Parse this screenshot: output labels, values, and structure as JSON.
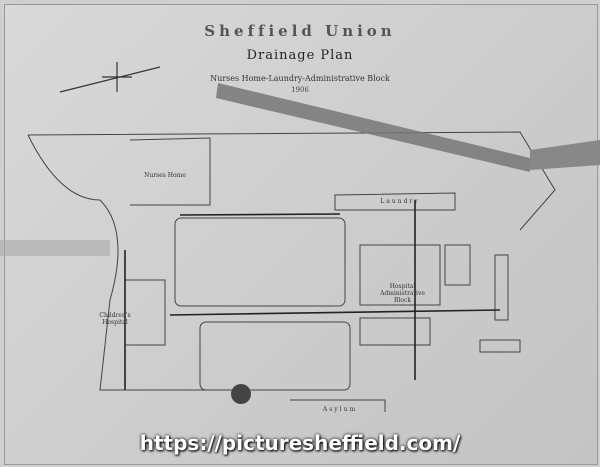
{
  "title": "Sheffield Union",
  "subtitle": "Drainage Plan",
  "scope": "Nurses Home-Laundry-Administrative Block",
  "year": "1906",
  "buildings": {
    "nurses_home": "Nurses Home",
    "laundry": "Laundry",
    "hospital": "Hospital Administrative Block",
    "childrens_hospital": "Children's Hospital",
    "asylum": "Asylum"
  },
  "watermark": "https://picturesheffield.com/"
}
